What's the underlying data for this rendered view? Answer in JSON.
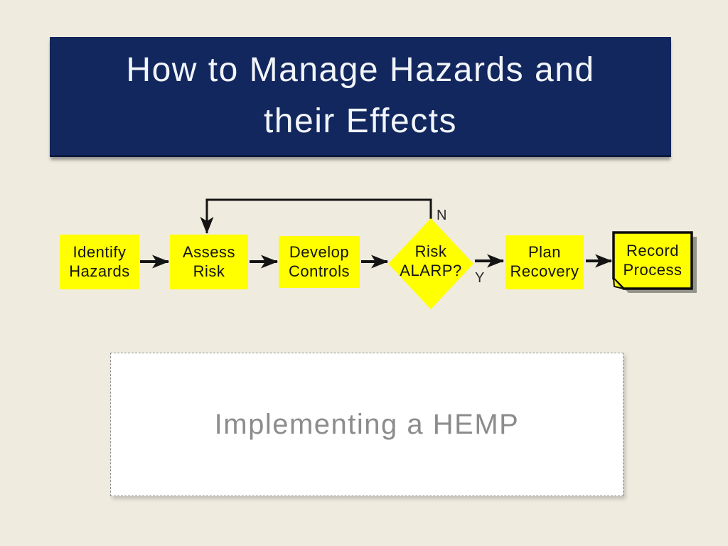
{
  "title": {
    "line1": "How to Manage Hazards and",
    "line2": "their Effects"
  },
  "flowchart": {
    "nodes": [
      {
        "id": "identify-hazards",
        "type": "process",
        "label_lines": [
          "Identify",
          "Hazards"
        ]
      },
      {
        "id": "assess-risk",
        "type": "process",
        "label_lines": [
          "Assess",
          "Risk"
        ]
      },
      {
        "id": "develop-controls",
        "type": "process",
        "label_lines": [
          "Develop",
          "Controls"
        ]
      },
      {
        "id": "risk-alarp",
        "type": "decision",
        "label_lines": [
          "Risk",
          "ALARP?"
        ]
      },
      {
        "id": "plan-recovery",
        "type": "process",
        "label_lines": [
          "Plan",
          "Recovery"
        ]
      },
      {
        "id": "record-process",
        "type": "note",
        "label_lines": [
          "Record",
          "Process"
        ]
      }
    ],
    "edges": [
      {
        "from": "identify-hazards",
        "to": "assess-risk"
      },
      {
        "from": "assess-risk",
        "to": "develop-controls"
      },
      {
        "from": "develop-controls",
        "to": "risk-alarp"
      },
      {
        "from": "risk-alarp",
        "to": "plan-recovery",
        "label": "Y"
      },
      {
        "from": "plan-recovery",
        "to": "record-process"
      },
      {
        "from": "risk-alarp",
        "to": "assess-risk",
        "label": "N"
      }
    ],
    "branch_labels": {
      "no": "N",
      "yes": "Y"
    }
  },
  "content_box": {
    "text": "Implementing a HEMP"
  },
  "colors": {
    "slide_bg": "#EFEBDF",
    "title_bg": "#12275E",
    "title_text": "#F2F5F9",
    "node_fill": "#FFFF00",
    "arrow_color": "#141414",
    "content_bg": "#FFFFFF",
    "content_text": "#8C8C8C"
  }
}
